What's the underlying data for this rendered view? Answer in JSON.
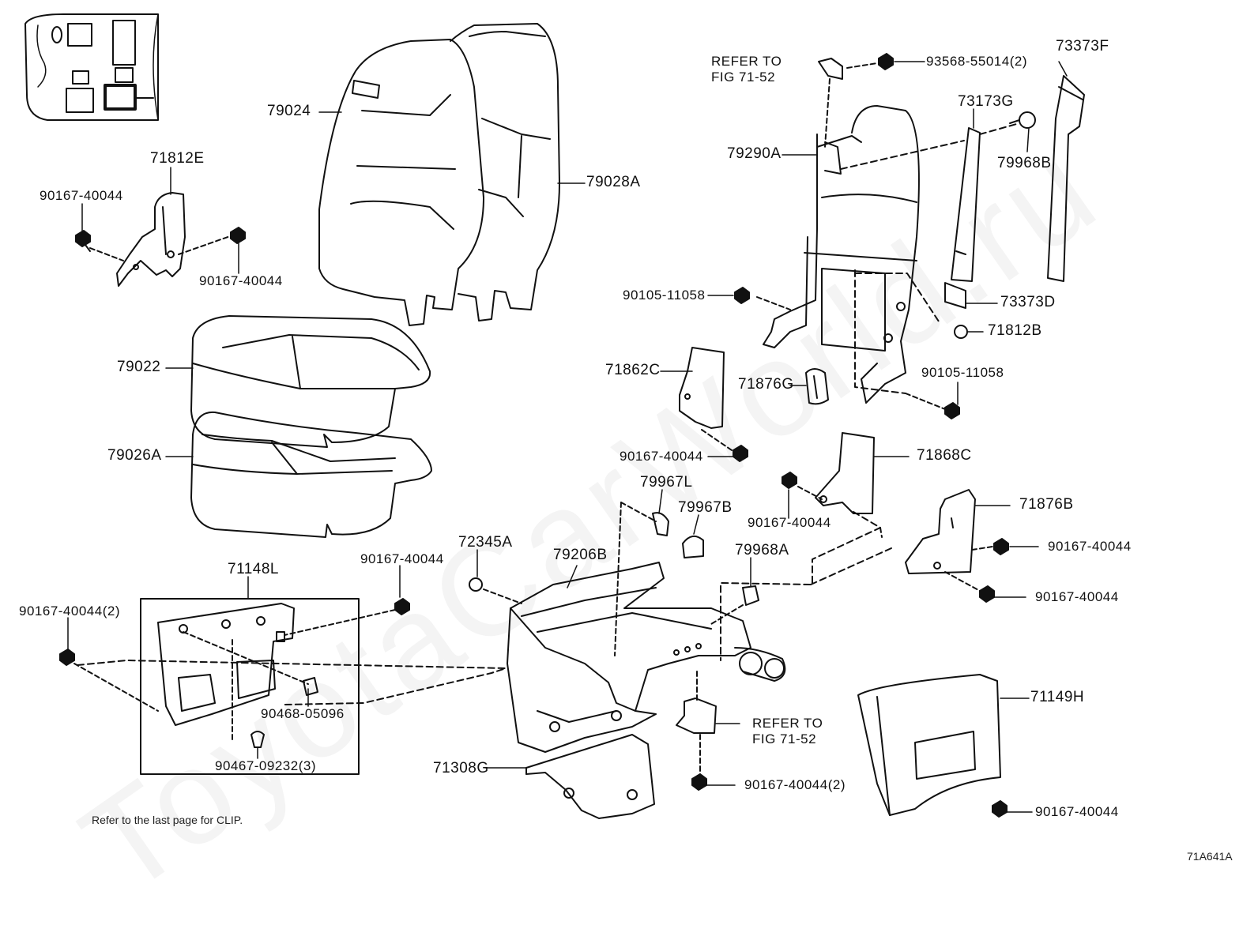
{
  "watermark": "ToyotaCarWorld.ru",
  "refer_fig_top": "REFER TO\nFIG 71-52",
  "refer_fig_bottom": "REFER TO\nFIG 71-52",
  "note": "Refer to the last page for CLIP.",
  "diagram_code": "71A641A",
  "labels": {
    "p79024": "79024",
    "p79028A": "79028A",
    "p71812E": "71812E",
    "p90167_a": "90167-40044",
    "p90167_b": "90167-40044",
    "p79022": "79022",
    "p79026A": "79026A",
    "p93568": "93568-55014(2)",
    "p73373F": "73373F",
    "p73173G": "73173G",
    "p79968B": "79968B",
    "p79290A": "79290A",
    "p90105_a": "90105-11058",
    "p73373D": "73373D",
    "p71812B": "71812B",
    "p71862C": "71862C",
    "p71876G": "71876G",
    "p90105_b": "90105-11058",
    "p90167_c": "90167-40044",
    "p71868C": "71868C",
    "p79967L": "79967L",
    "p79967B": "79967B",
    "p90167_d": "90167-40044",
    "p71876B": "71876B",
    "p90167_e": "90167-40044",
    "p72345A": "72345A",
    "p79206B": "79206B",
    "p79968A": "79968A",
    "p90167_f": "90167-40044",
    "p71148L": "71148L",
    "p90167_g": "90167-40044",
    "p90167_h": "90167-40044(2)",
    "p90468": "90468-05096",
    "p90467": "90467-09232(3)",
    "p71308G": "71308G",
    "p90167_i": "90167-40044(2)",
    "p71149H": "71149H",
    "p90167_j": "90167-40044"
  }
}
